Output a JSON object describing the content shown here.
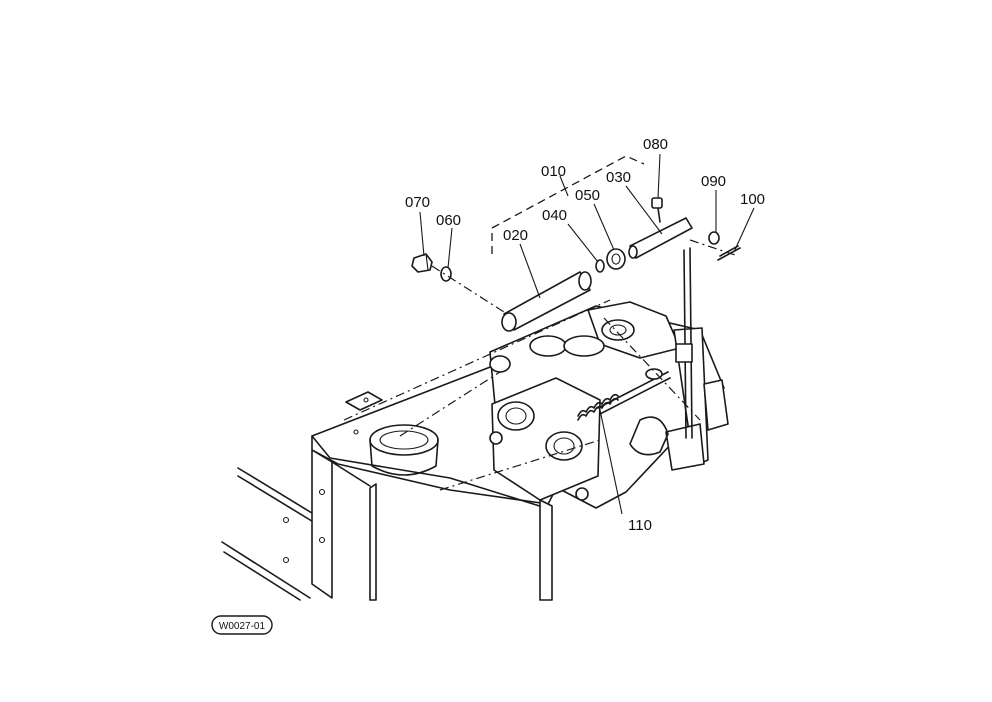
{
  "diagram": {
    "callouts": [
      "010",
      "020",
      "030",
      "040",
      "050",
      "060",
      "070",
      "080",
      "090",
      "100",
      "110"
    ],
    "figure_id": "W0027-01"
  }
}
